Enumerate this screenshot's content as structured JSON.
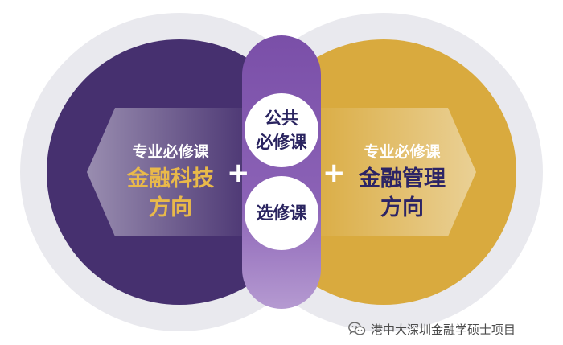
{
  "left_circle": {
    "subtitle": "专业必修课",
    "title_line1": "金融科技",
    "title_line2": "方向",
    "color": "#46306f",
    "text_accent": "#e9b94a"
  },
  "right_circle": {
    "subtitle": "专业必修课",
    "title_line1": "金融管理",
    "title_line2": "方向",
    "color": "#d9aa3e",
    "text_accent": "#2c2465"
  },
  "center": {
    "top_line1": "公共",
    "top_line2": "必修课",
    "bottom": "选修课",
    "color": "#8258ad"
  },
  "plus_left": "+",
  "plus_right": "+",
  "watermark": {
    "text": "港中大深圳金融学硕士项目",
    "icon": "wechat-icon"
  }
}
